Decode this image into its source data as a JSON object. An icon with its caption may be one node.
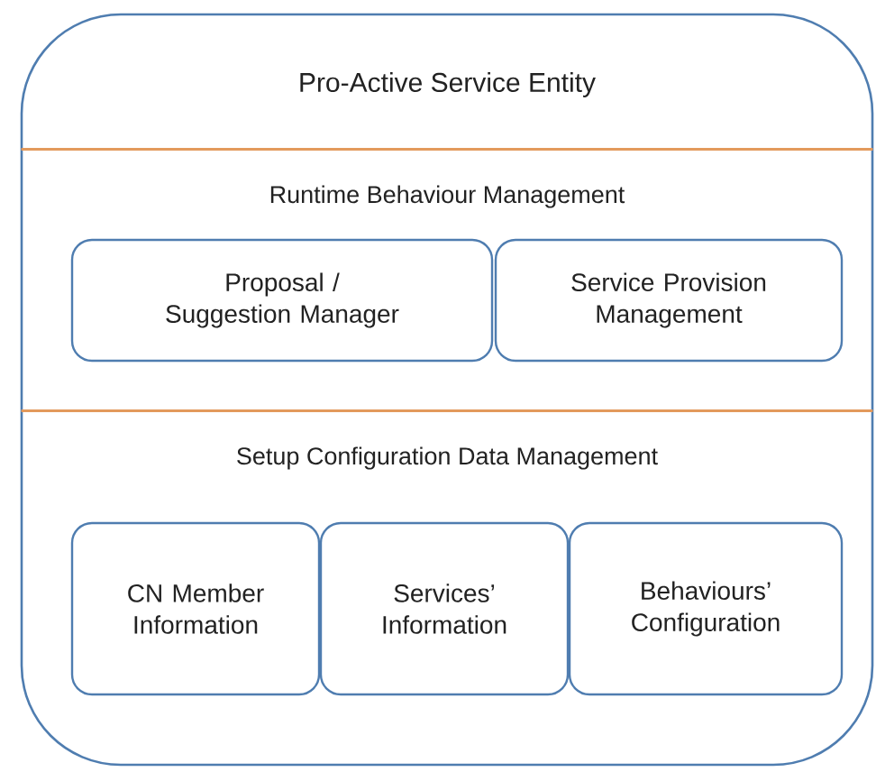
{
  "diagram": {
    "nodes": [
      {
        "text": [
          "Pro-Active Service Entity"
        ]
      },
      {
        "text": [
          "Runtime Behaviour Management"
        ],
        "in": 0
      },
      {
        "text": [
          "Proposal / Suggestion Manager"
        ],
        "in": 0
      },
      {
        "text": [
          "Service Provision Management"
        ],
        "in": 0
      },
      {
        "text": [
          "Setup Configuration Data Management"
        ],
        "in": 0
      },
      {
        "text": [
          "CN Member Information"
        ],
        "in": 0
      },
      {
        "text": [
          "Services’ Information"
        ],
        "in": 0
      },
      {
        "text": [
          "Behaviours’ Configuration"
        ],
        "in": 0
      }
    ]
  }
}
